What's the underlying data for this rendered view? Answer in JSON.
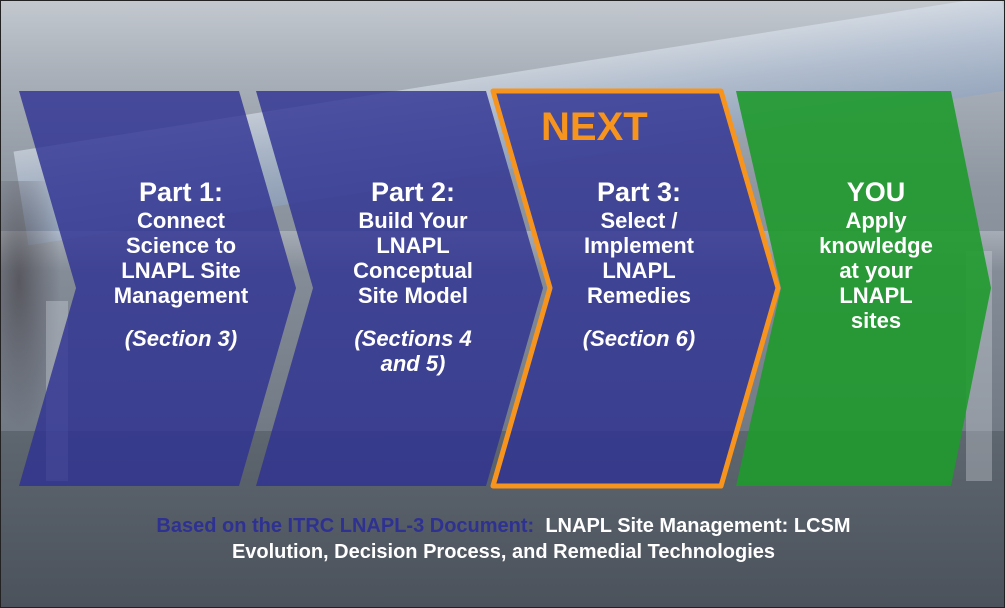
{
  "steps": [
    {
      "title": "Part 1:",
      "lines": [
        "Connect",
        "Science to",
        "LNAPL Site",
        "Management"
      ],
      "section": "(Section 3)"
    },
    {
      "title": "Part 2:",
      "lines": [
        "Build Your",
        "LNAPL",
        "Conceptual",
        "Site Model"
      ],
      "section_lines": [
        "(Sections 4",
        "and 5)"
      ]
    },
    {
      "title": "Part 3:",
      "lines": [
        "Select /",
        "Implement",
        "LNAPL",
        "Remedies"
      ],
      "section": "(Section 6)",
      "badge": "NEXT"
    },
    {
      "title": "YOU",
      "lines": [
        "Apply",
        "knowledge",
        "at your",
        "LNAPL",
        "sites"
      ]
    }
  ],
  "footer": {
    "prefix": "Based on the ITRC LNAPL-3 Document:",
    "title_line1": "LNAPL Site Management: LCSM",
    "title_line2": "Evolution, Decision Process, and Remedial Technologies"
  },
  "colors": {
    "step_fill": "#2e3192",
    "you_fill": "#1f9a2e",
    "highlight": "#f7941d",
    "text": "#ffffff"
  }
}
